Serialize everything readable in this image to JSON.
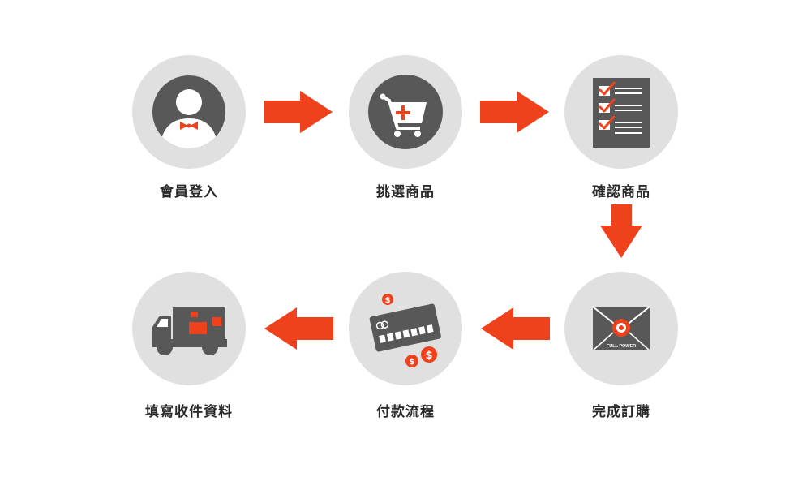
{
  "colors": {
    "accent": "#f0411d",
    "circle": "#e0e0e0",
    "icon": "#585858",
    "label": "#2a2a2a"
  },
  "steps": [
    {
      "label": "會員登入",
      "icon": "member-icon"
    },
    {
      "label": "挑選商品",
      "icon": "cart-add-icon"
    },
    {
      "label": "確認商品",
      "icon": "checklist-icon"
    },
    {
      "label": "完成訂購",
      "icon": "envelope-icon"
    },
    {
      "label": "付款流程",
      "icon": "credit-card-icon"
    },
    {
      "label": "填寫收件資料",
      "icon": "delivery-truck-icon"
    }
  ],
  "envelope": {
    "brand_text": "FULL POWER"
  },
  "currency_symbol": "$"
}
